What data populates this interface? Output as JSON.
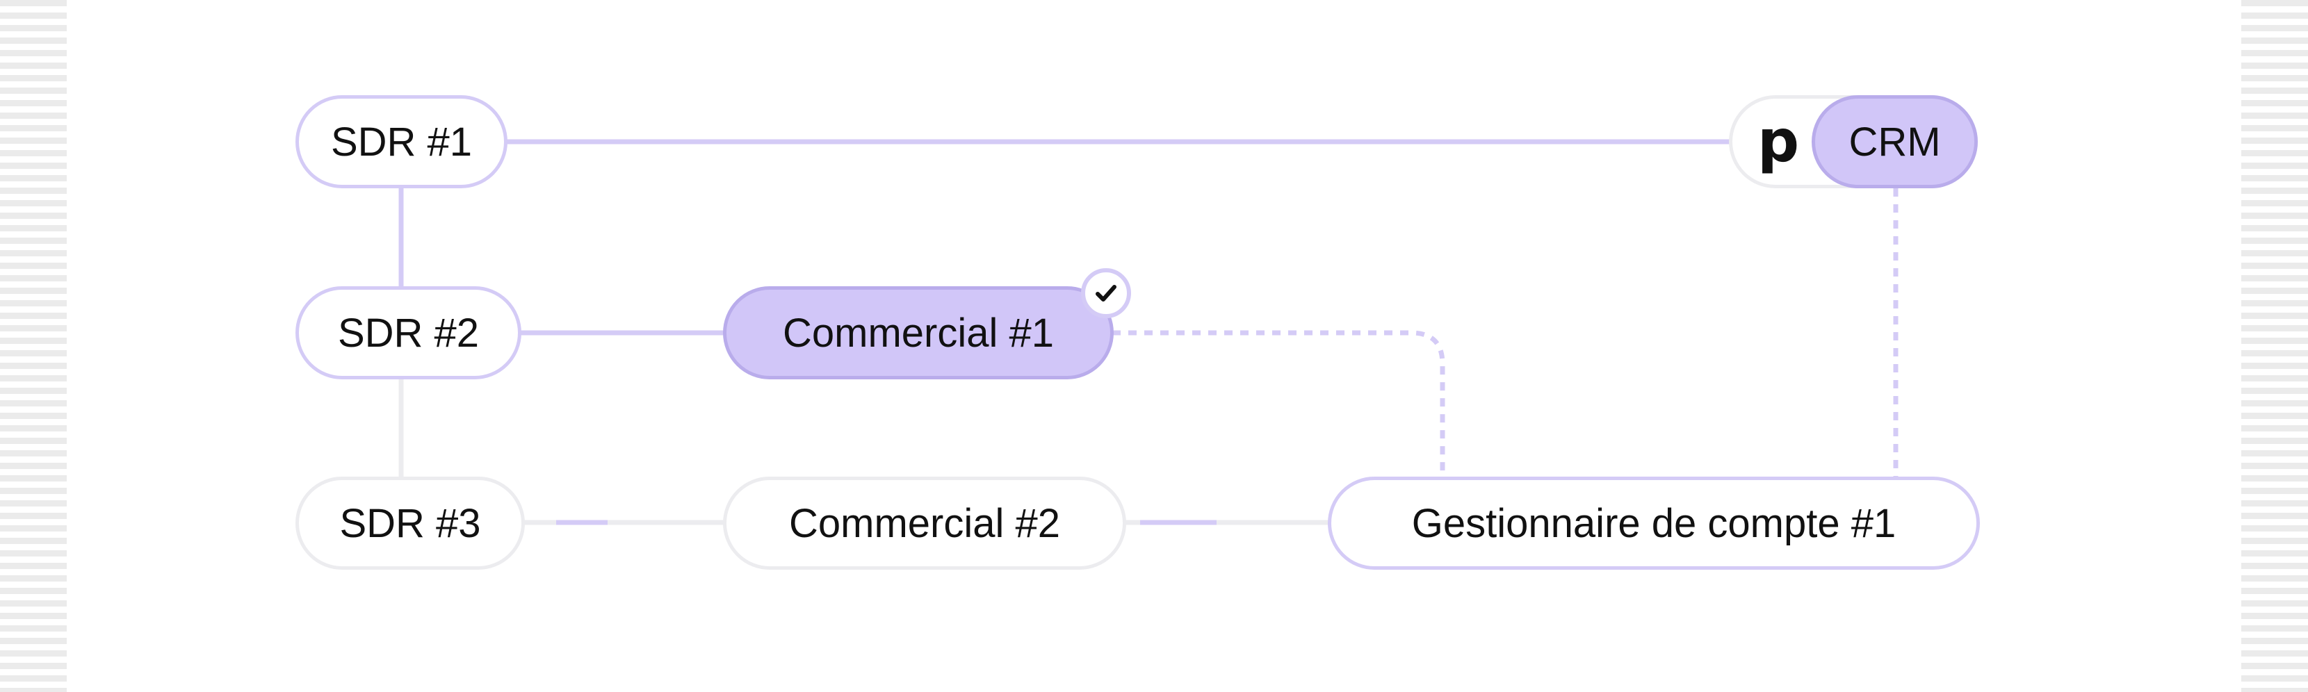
{
  "colors": {
    "accent_fill": "#d1c6f8",
    "accent_border": "#b9aceb",
    "active_line": "#d4cbf6",
    "muted_line": "#ececef"
  },
  "nodes": {
    "sdr1": "SDR #1",
    "sdr2": "SDR #2",
    "sdr3": "SDR #3",
    "commercial1": "Commercial #1",
    "commercial2": "Commercial #2",
    "account_manager1": "Gestionnaire de compte #1"
  },
  "crm": {
    "logo_letter": "p",
    "label": "CRM"
  },
  "icons": {
    "check": "check-icon",
    "logo": "pipedrive-p-logo"
  }
}
